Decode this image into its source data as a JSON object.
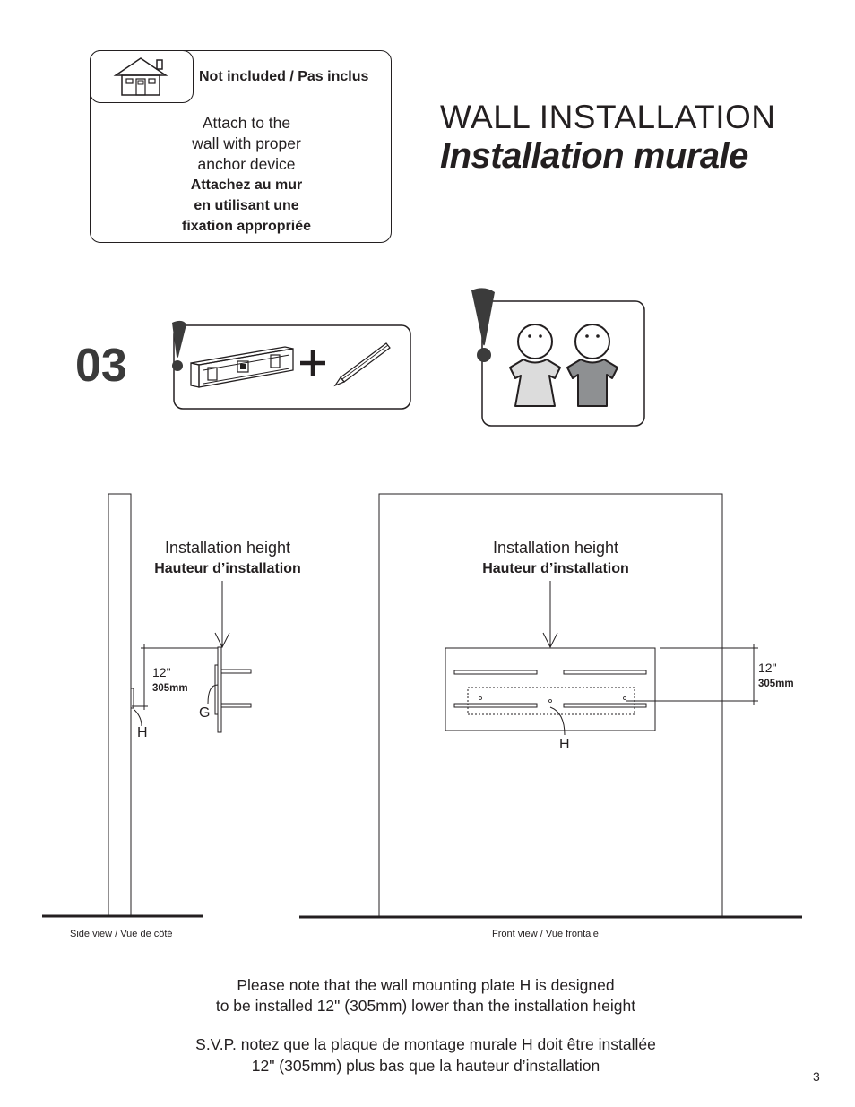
{
  "note": {
    "tag": "Not included  /  Pas inclus",
    "en_lines": [
      "Attach to the",
      "wall with proper",
      "anchor device"
    ],
    "fr_lines": [
      "Attachez au mur",
      "en utilisant une",
      "fixation appropriée"
    ]
  },
  "title": {
    "en": "WALL INSTALLATION",
    "fr": "Installation murale"
  },
  "step_number": "03",
  "tools": {
    "plus": "+"
  },
  "side": {
    "height_en": "Installation height",
    "height_fr": "Hauteur d’installation",
    "offset_in": "12\"",
    "offset_mm": "305mm",
    "part_g": "G",
    "part_h": "H",
    "caption": "Side view  /  Vue de côté"
  },
  "front": {
    "height_en": "Installation height",
    "height_fr": "Hauteur d’installation",
    "offset_in": "12\"",
    "offset_mm": "305mm",
    "part_h": "H",
    "caption": "Front view  /  Vue frontale"
  },
  "bottom_note": {
    "en_lines": [
      "Please note that the wall mounting plate H  is designed",
      "to be installed 12\" (305mm) lower than the installation height"
    ],
    "fr_lines": [
      "S.V.P. notez que la plaque de montage murale  H  doit être installée",
      "12\" (305mm) plus bas que la hauteur d’installation"
    ]
  },
  "page_number": "3"
}
